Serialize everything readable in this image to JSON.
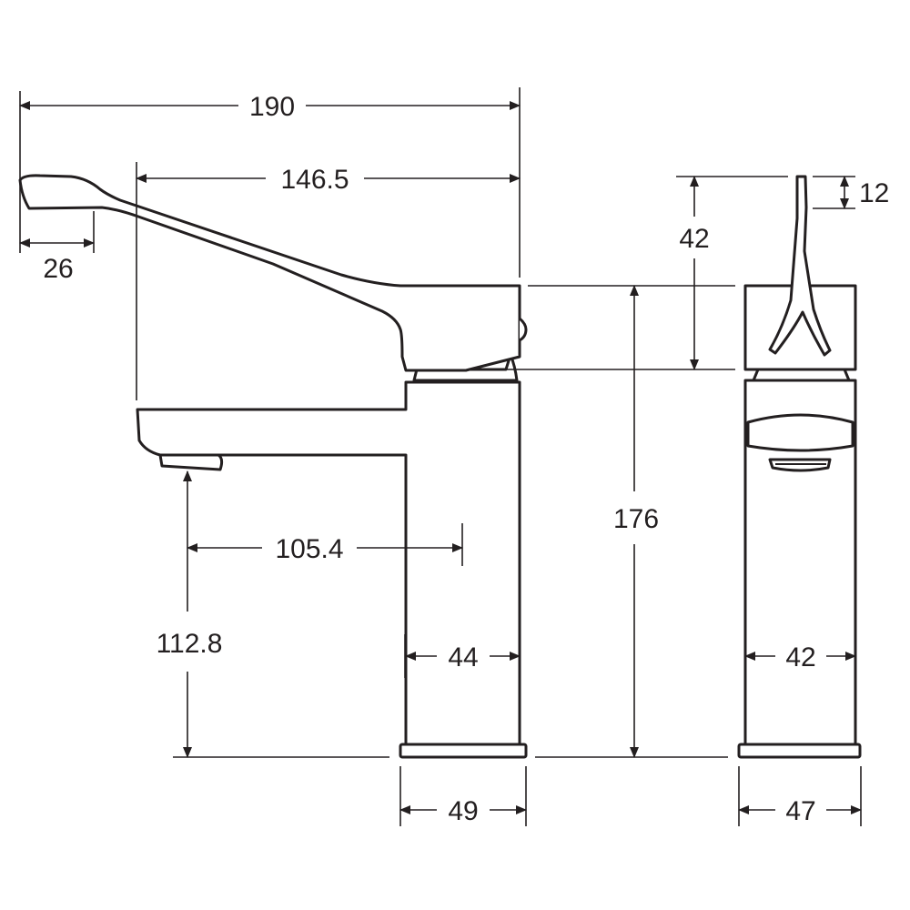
{
  "drawing": {
    "side_view": {
      "dim_overall_length": "190",
      "dim_lever_to_spout": "146.5",
      "dim_lever_tip": "26",
      "dim_spout_reach": "105.4",
      "dim_spout_height": "112.8",
      "dim_body_width": "44",
      "dim_base_width": "49",
      "dim_total_height": "176"
    },
    "front_view": {
      "dim_lever_thickness": "12",
      "dim_handle_height": "42",
      "dim_body_width": "42",
      "dim_base_width": "47"
    }
  }
}
